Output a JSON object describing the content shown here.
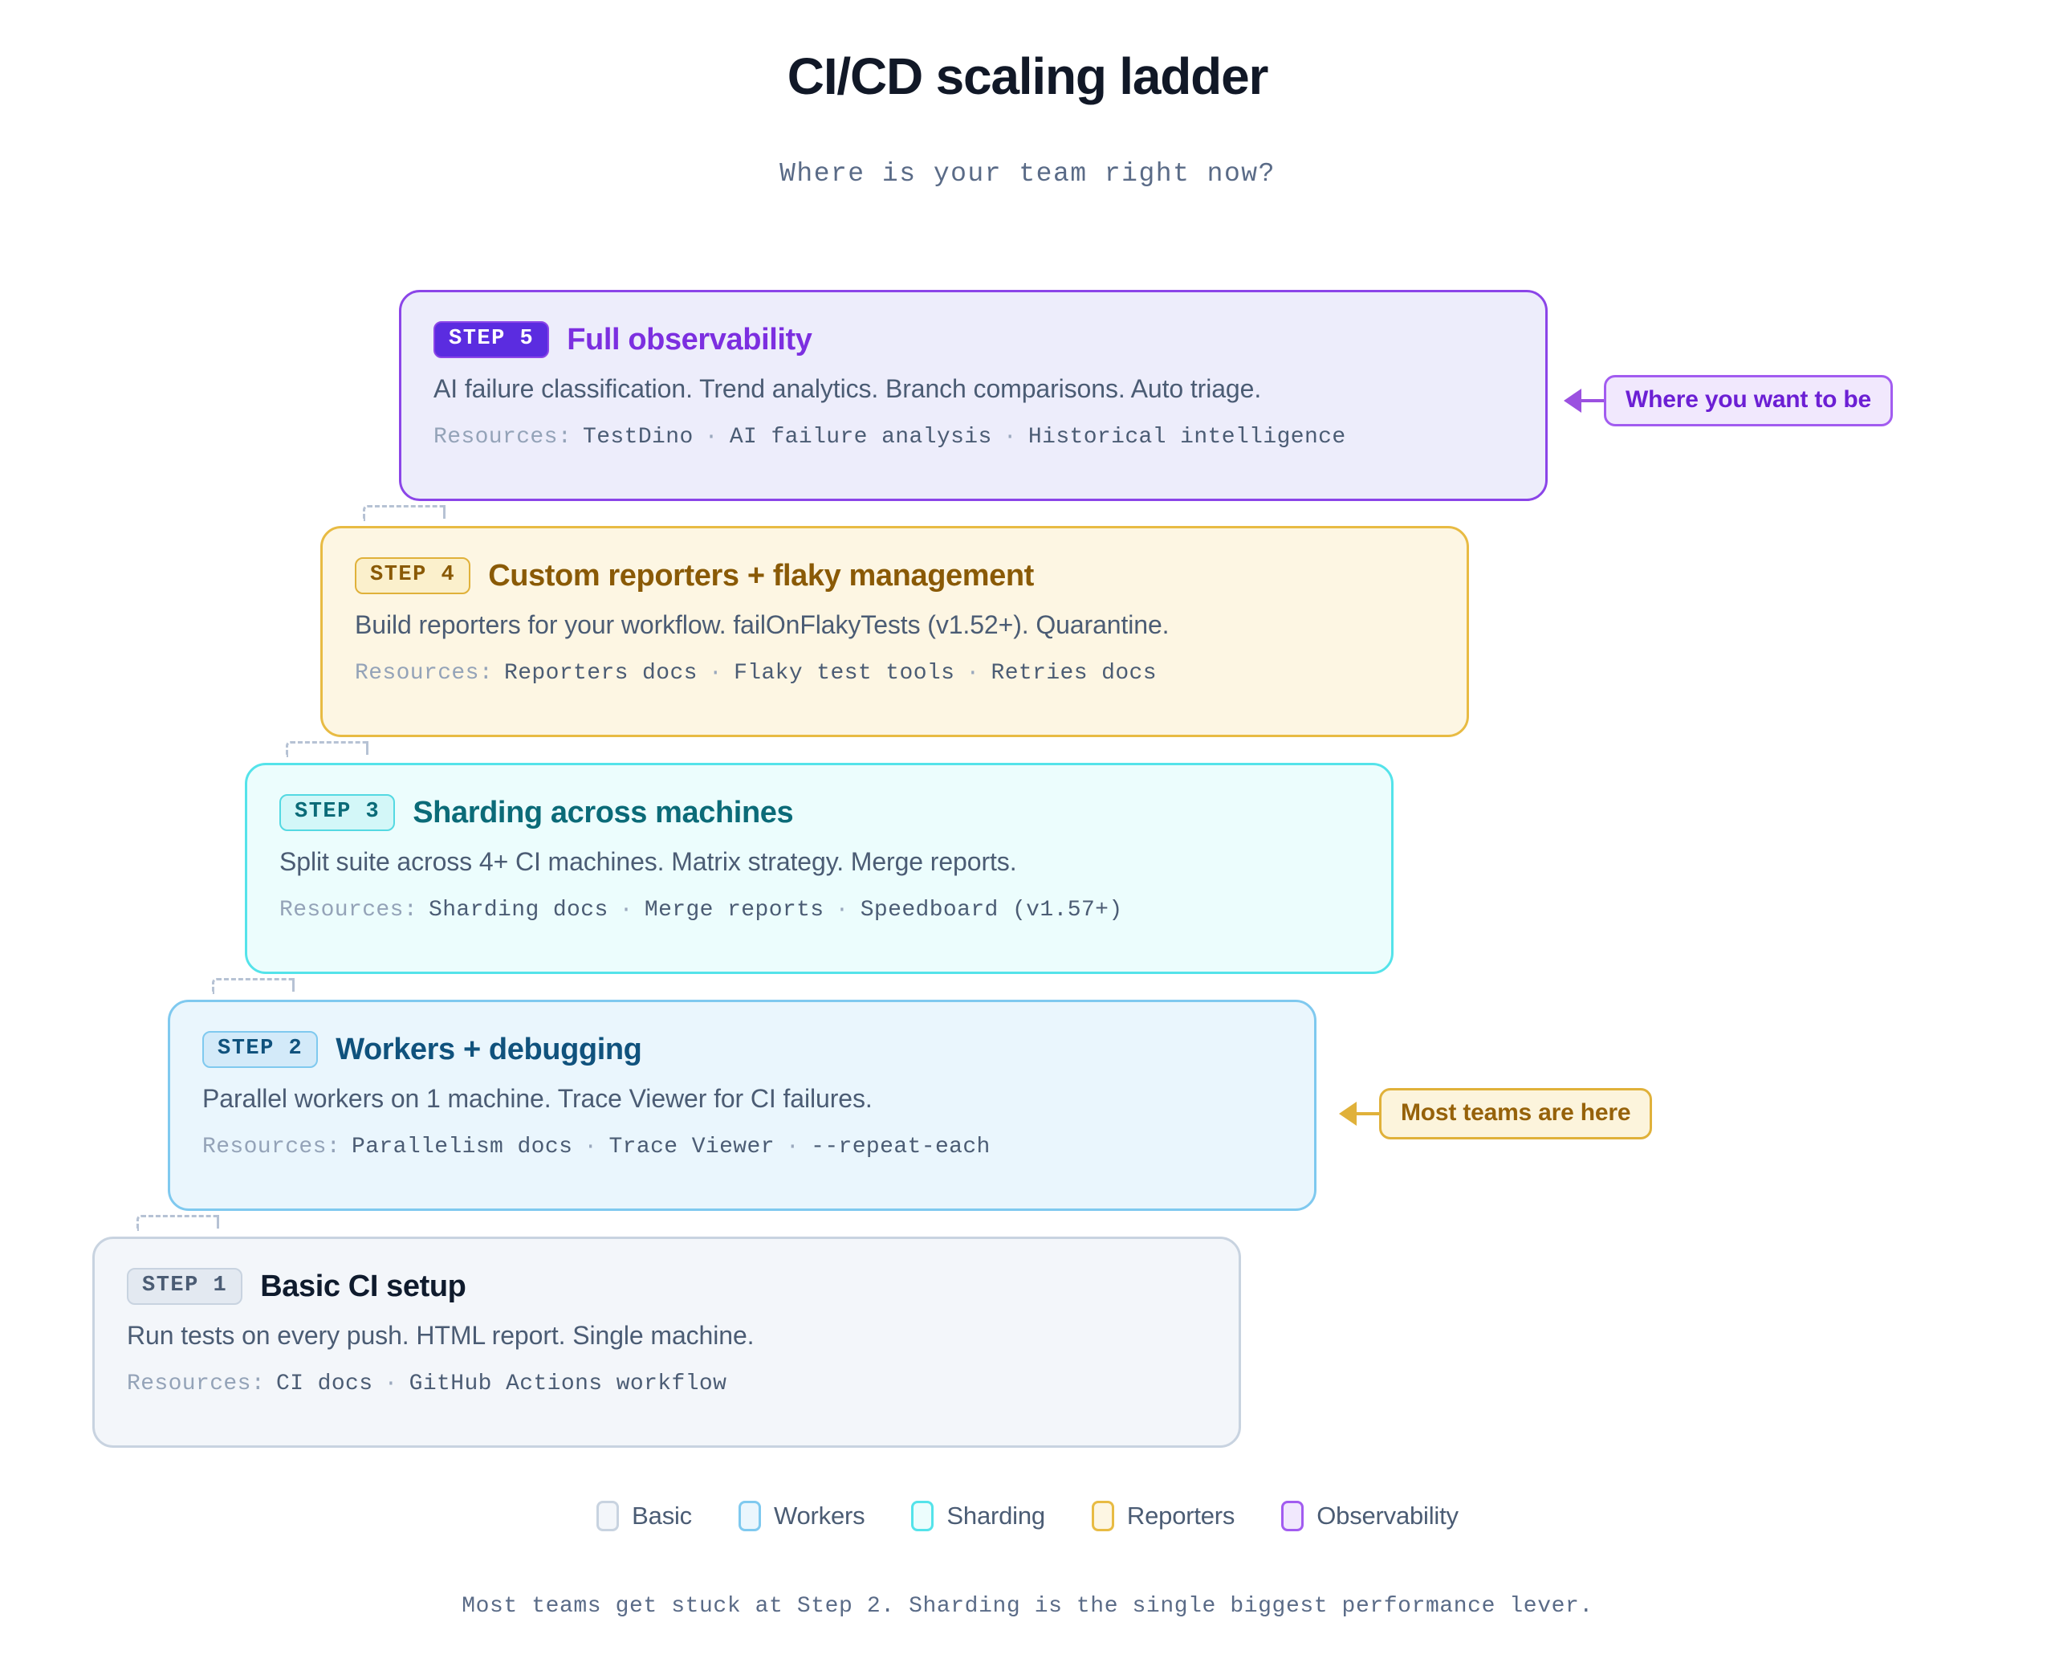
{
  "header": {
    "title": "CI/CD scaling ladder",
    "subtitle": "Where is your team right now?"
  },
  "resources_label": "Resources:",
  "separator": "·",
  "steps": [
    {
      "badge": "STEP 5",
      "title": "Full observability",
      "description": "AI failure classification. Trend analytics. Branch comparisons. Auto triage.",
      "resources": [
        "TestDino",
        "AI failure analysis",
        "Historical intelligence"
      ],
      "colors": {
        "border": "#8b45e8",
        "fill": "#ededfb",
        "title": "#7c2fe0",
        "badge_bg": "#5b2ce0",
        "badge_border": "#8b45e8",
        "badge_text": "#ffffff"
      }
    },
    {
      "badge": "STEP 4",
      "title": "Custom reporters + flaky management",
      "description": "Build reporters for your workflow. failOnFlakyTests (v1.52+). Quarantine.",
      "resources": [
        "Reporters docs",
        "Flaky test tools",
        "Retries docs"
      ],
      "colors": {
        "border": "#e8bb43",
        "fill": "#fdf6e3",
        "title": "#8a5a06",
        "badge_bg": "#fbf0cc",
        "badge_border": "#e0b13a",
        "badge_text": "#8a5a06"
      }
    },
    {
      "badge": "STEP 3",
      "title": "Sharding across machines",
      "description": "Split suite across 4+ CI machines. Matrix strategy. Merge reports.",
      "resources": [
        "Sharding docs",
        "Merge reports",
        "Speedboard (v1.57+)"
      ],
      "colors": {
        "border": "#54e3ea",
        "fill": "#ecfdfd",
        "title": "#0b6b78",
        "badge_bg": "#d3f7f8",
        "badge_border": "#54d9e2",
        "badge_text": "#0b6b78"
      }
    },
    {
      "badge": "STEP 2",
      "title": "Workers + debugging",
      "description": "Parallel workers on 1 machine. Trace Viewer for CI failures.",
      "resources": [
        "Parallelism docs",
        "Trace Viewer",
        "--repeat-each"
      ],
      "colors": {
        "border": "#7fc9ef",
        "fill": "#eaf6fd",
        "title": "#10527d",
        "badge_bg": "#d3eaf9",
        "badge_border": "#7fc9ef",
        "badge_text": "#10527d"
      }
    },
    {
      "badge": "STEP 1",
      "title": "Basic CI setup",
      "description": "Run tests on every push. HTML report. Single machine.",
      "resources": [
        "CI docs",
        "GitHub Actions workflow"
      ],
      "colors": {
        "border": "#c8d3e0",
        "fill": "#f3f6fa",
        "title": "#0f1b2d",
        "badge_bg": "#e3e9f1",
        "badge_border": "#c8d3e0",
        "badge_text": "#4b5c74"
      }
    }
  ],
  "callouts": [
    {
      "text": "Where you want to be",
      "border": "#a25cf0",
      "fill": "#f1e8fd",
      "text_color": "#6c1fd4",
      "arrow": "#9b51e0"
    },
    {
      "text": "Most teams are here",
      "border": "#e0b13a",
      "fill": "#fcf4dc",
      "text_color": "#96620a",
      "arrow": "#e0b13a"
    }
  ],
  "legend": [
    {
      "label": "Basic",
      "border": "#c8d3e0",
      "fill": "#f3f6fa"
    },
    {
      "label": "Workers",
      "border": "#7fc9ef",
      "fill": "#eaf6fd"
    },
    {
      "label": "Sharding",
      "border": "#54e3ea",
      "fill": "#ecfdfd"
    },
    {
      "label": "Reporters",
      "border": "#e8bb43",
      "fill": "#fdf6e3"
    },
    {
      "label": "Observability",
      "border": "#a25cf0",
      "fill": "#f1e8fd"
    }
  ],
  "footer": "Most teams get stuck at Step 2. Sharding is the single biggest performance lever."
}
